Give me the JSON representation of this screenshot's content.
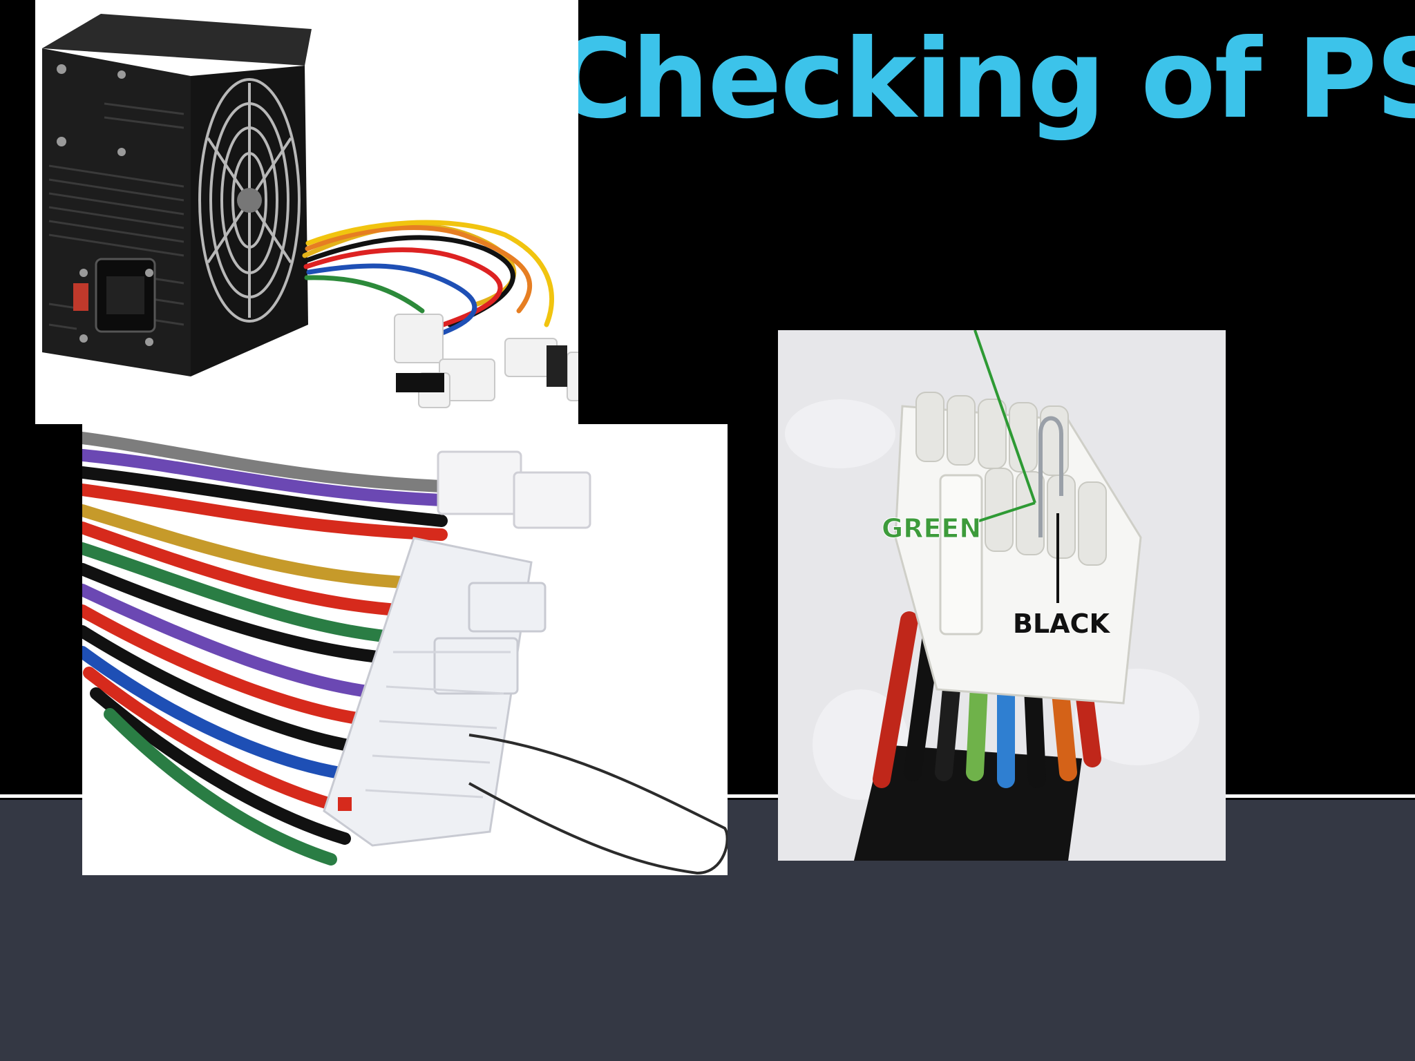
{
  "slide": {
    "title": "Checking of PSU",
    "title_color": "#3cc3ea",
    "background_color": "#000000",
    "footer_color": "#343844"
  },
  "images": [
    {
      "name": "psu-unit-photo",
      "subject": "computer power supply unit with fan and cable bundle"
    },
    {
      "name": "atx-connector-paperclip-photo",
      "subject": "24-pin ATX connector with wires and bent paperclip jumper"
    },
    {
      "name": "atx-jumper-closeup-photo",
      "subject": "close-up of ATX connector with paperclip in green and black pins",
      "labels": {
        "green": "GREEN",
        "black": "BLACK"
      },
      "label_colors": {
        "green": "#3d9b3b",
        "black": "#111111"
      }
    }
  ]
}
